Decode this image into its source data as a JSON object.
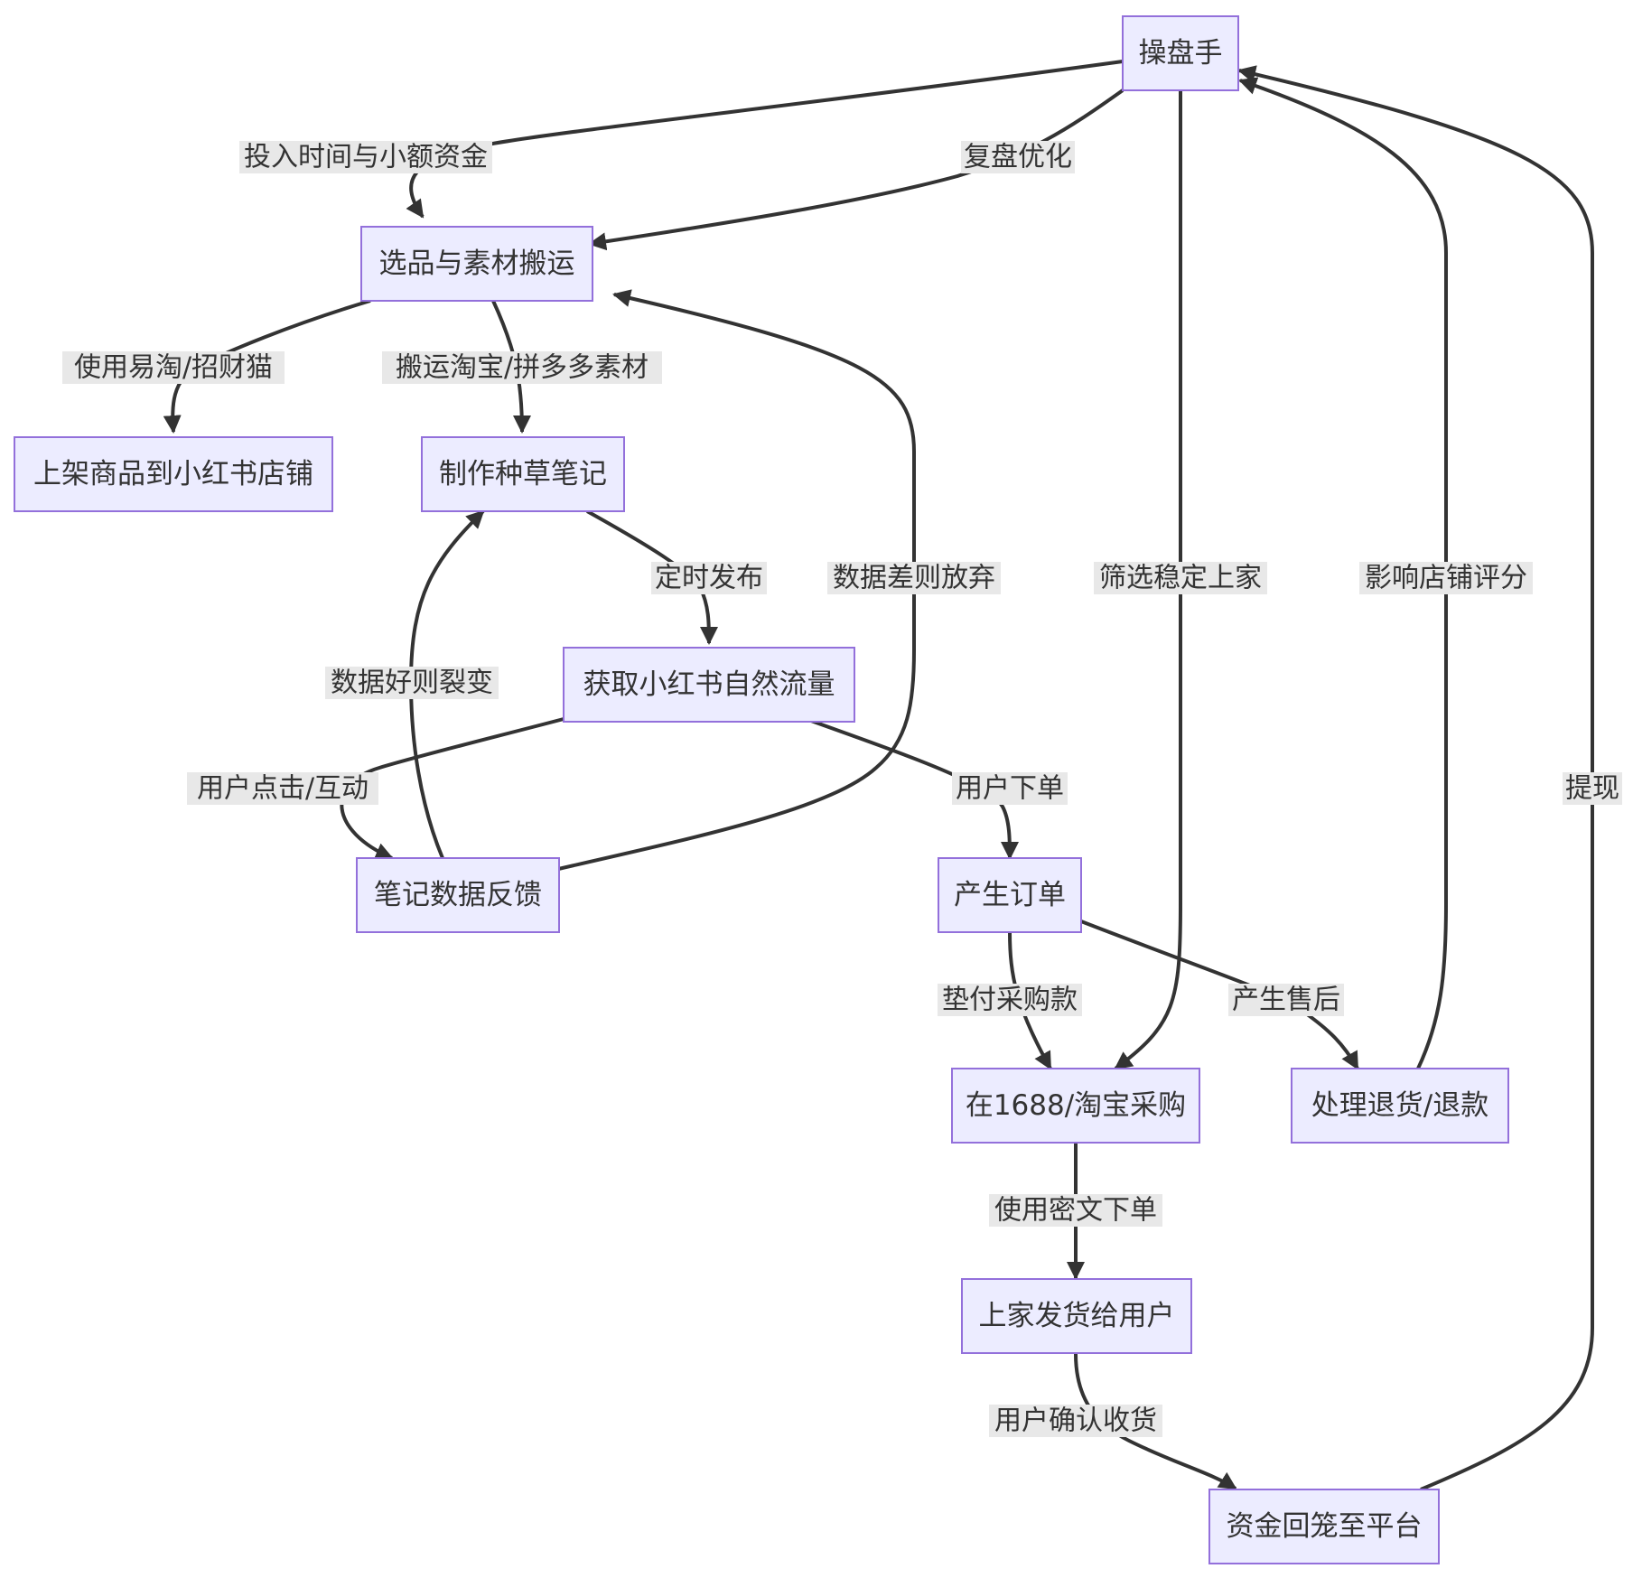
{
  "diagram": {
    "type": "flowchart",
    "colors": {
      "node_fill": "#ececff",
      "node_stroke": "#9370db",
      "edge": "#333333",
      "label_bg": "#e8e8e8",
      "text": "#333333"
    },
    "nodes": {
      "operator": "操盘手",
      "select": "选品与素材搬运",
      "list": "上架商品到小红书店铺",
      "note": "制作种草笔记",
      "traffic": "获取小红书自然流量",
      "feedback": "笔记数据反馈",
      "order": "产生订单",
      "purchase": "在1688/淘宝采购",
      "refund": "处理退货/退款",
      "ship": "上家发货给用户",
      "funds": "资金回笼至平台"
    },
    "edges": {
      "invest": "投入时间与小额资金",
      "review": "复盘优化",
      "tools": "使用易淘/招财猫",
      "copy": "搬运淘宝/拼多多素材",
      "publish": "定时发布",
      "fission": "数据好则裂变",
      "abandon": "数据差则放弃",
      "screen": "筛选稳定上家",
      "score": "影响店铺评分",
      "click": "用户点击/互动",
      "buy": "用户下单",
      "advance": "垫付采购款",
      "aftersale": "产生售后",
      "cipher": "使用密文下单",
      "confirm": "用户确认收货",
      "withdraw": "提现"
    }
  }
}
